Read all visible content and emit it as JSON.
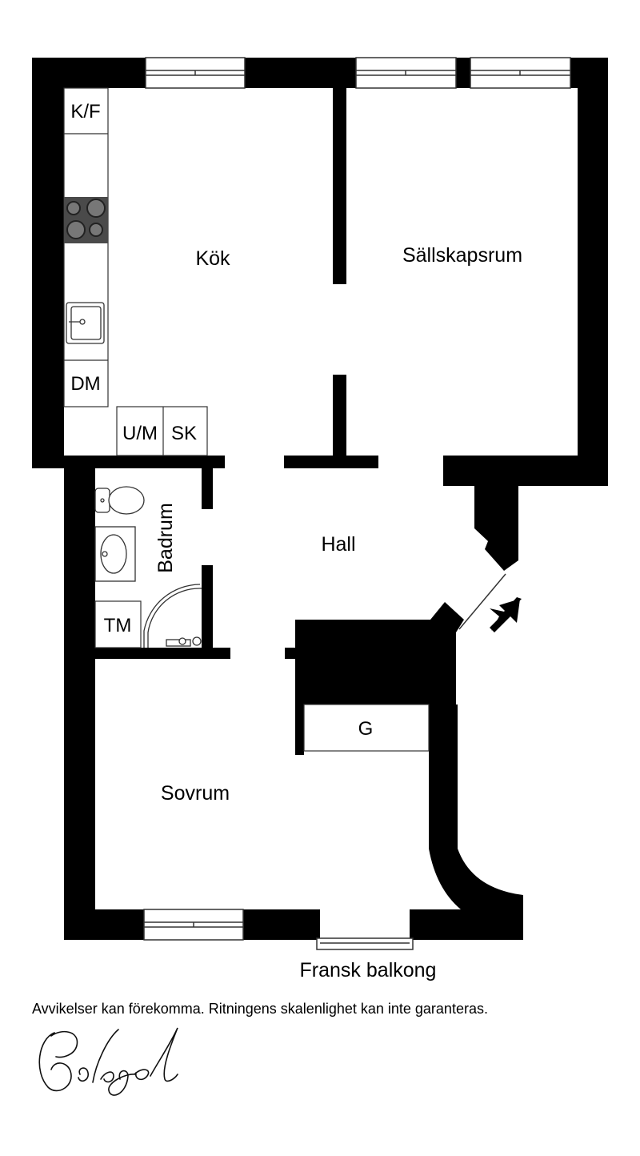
{
  "rooms": {
    "kitchen": "Kök",
    "living": "Sällskapsrum",
    "hall": "Hall",
    "bathroom": "Badrum",
    "bedroom": "Sovrum"
  },
  "fixtures": {
    "fridge_freezer": "K/F",
    "dishwasher": "DM",
    "oven_microwave": "U/M",
    "cabinet": "SK",
    "washing_machine": "TM",
    "wardrobe": "G"
  },
  "balcony_label": "Fransk balkong",
  "disclaimer": "Avvikelser kan förekomma. Ritningens skalenlighet kan inte garanteras.",
  "logo_text": "Bolaget",
  "colors": {
    "wall": "#000000",
    "line": "#333333",
    "stove": "#4a4a4a"
  }
}
